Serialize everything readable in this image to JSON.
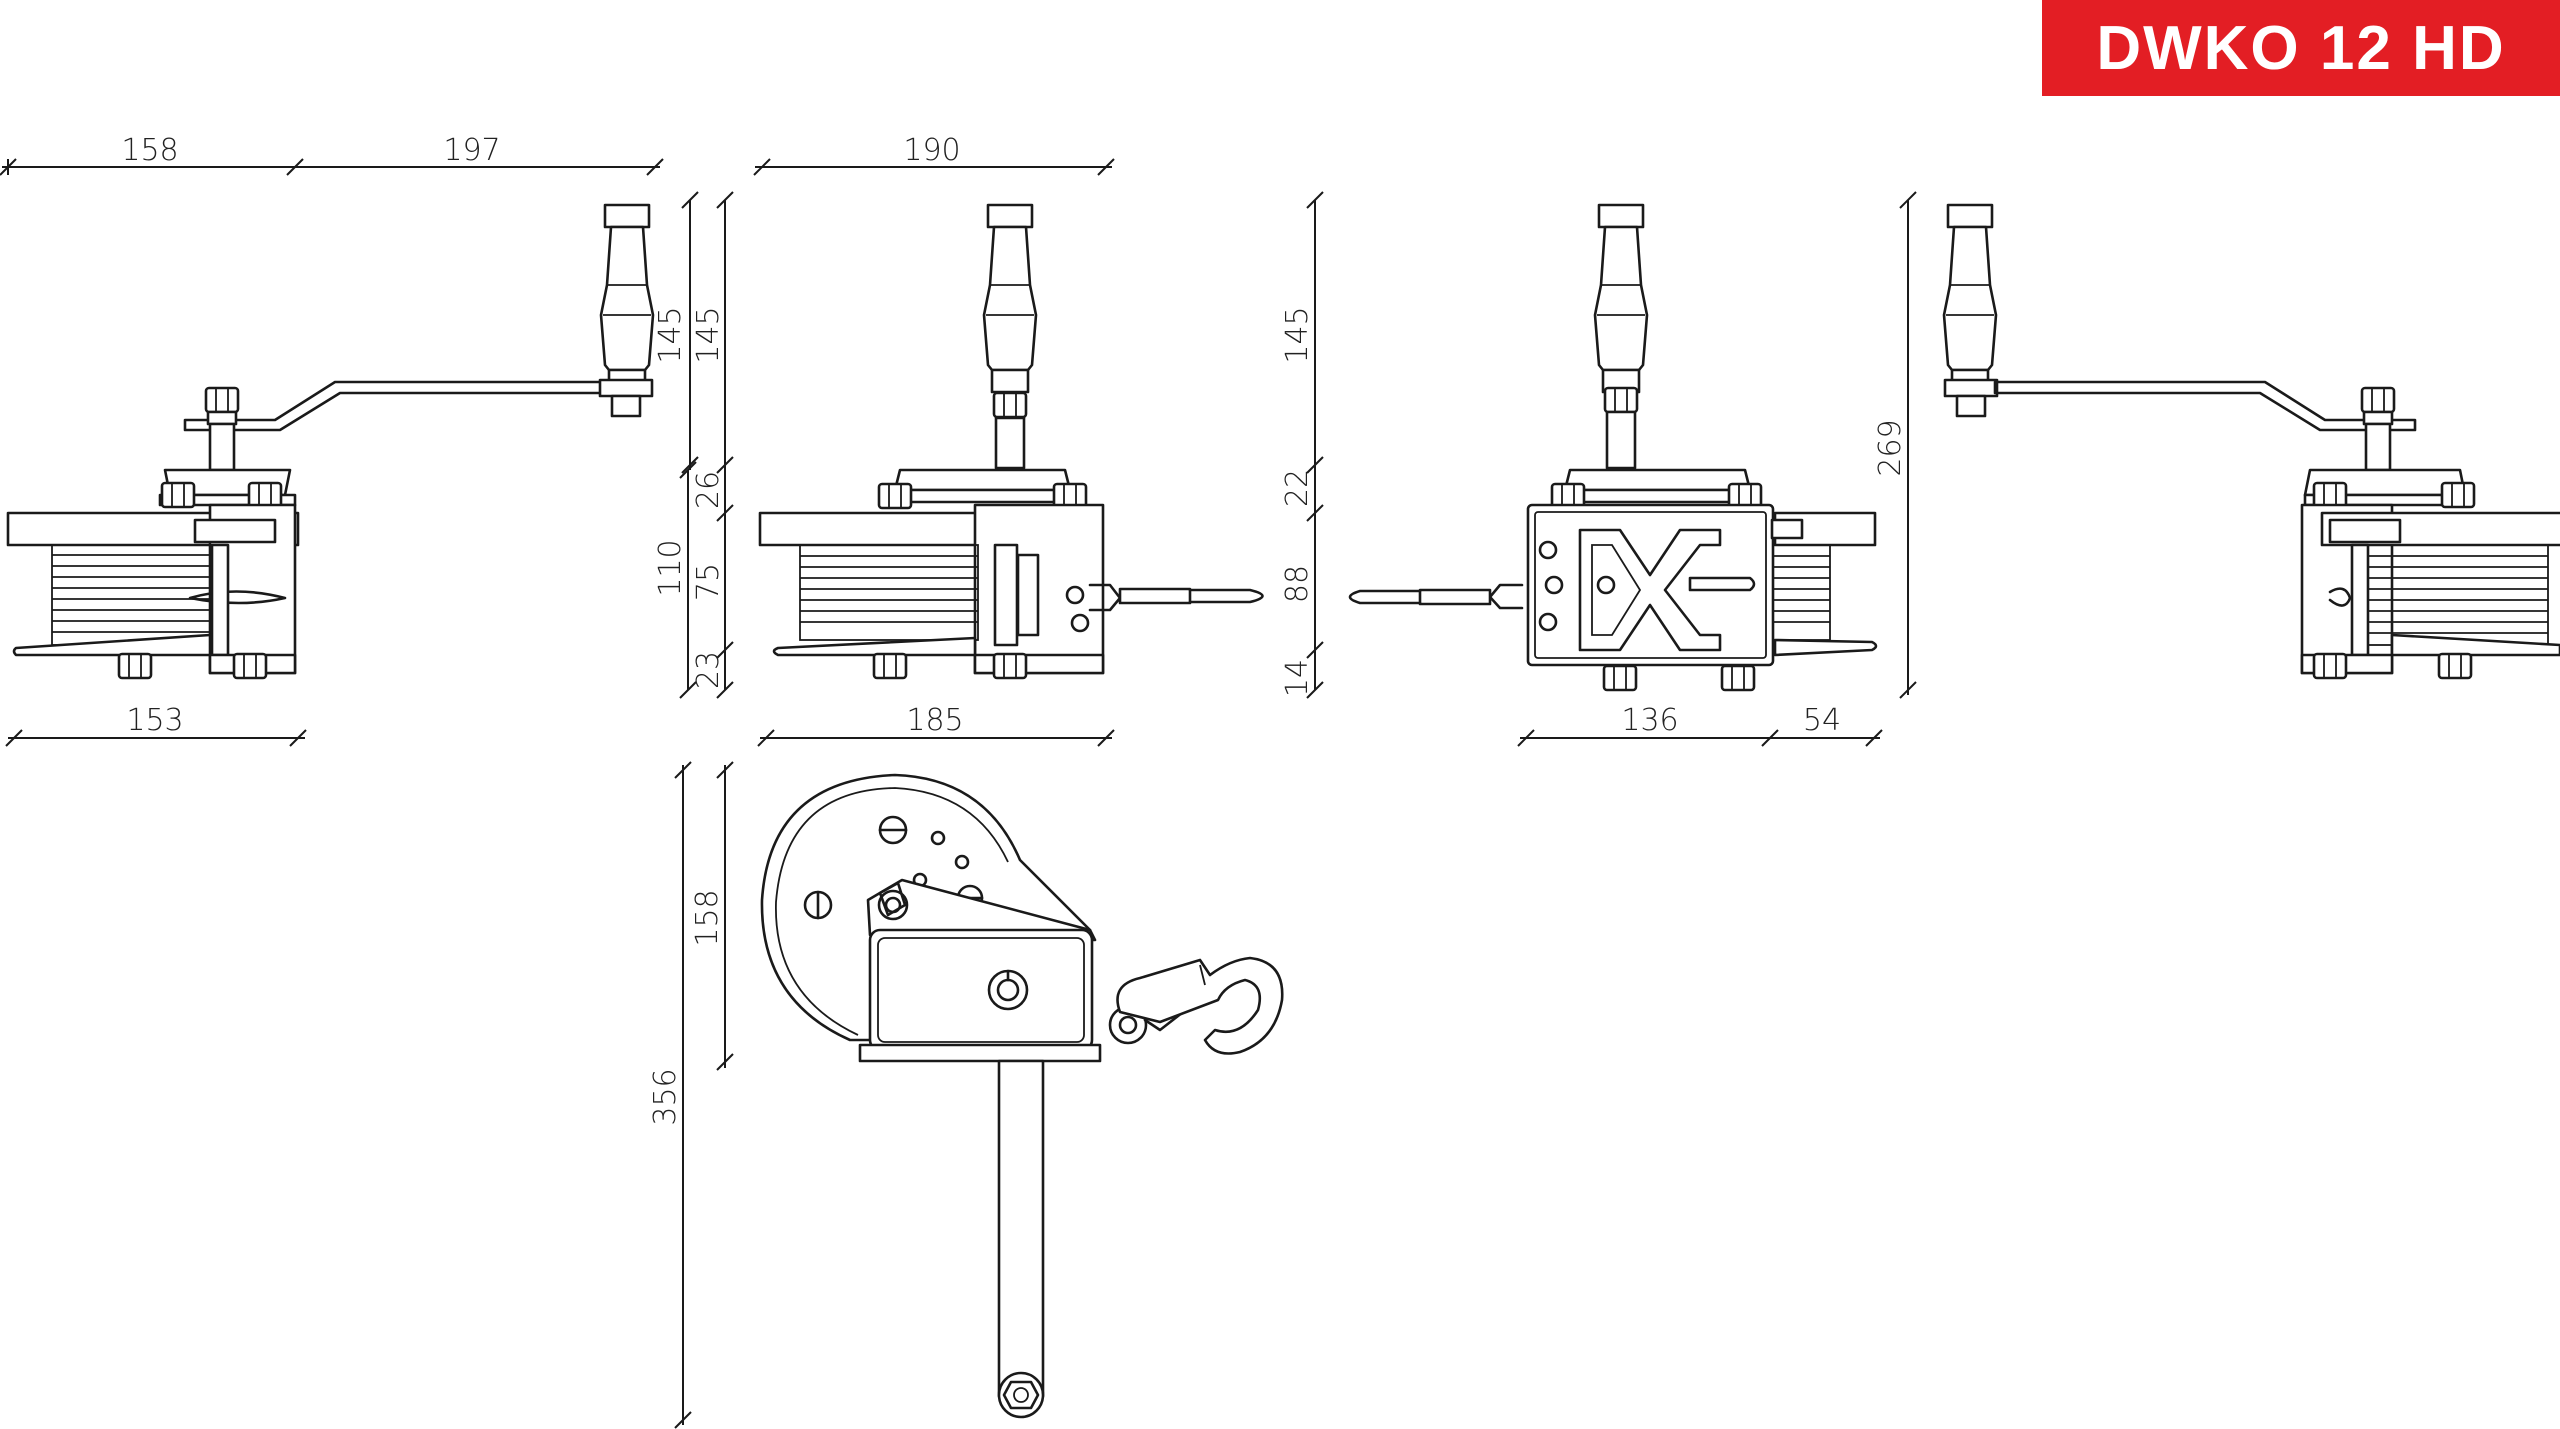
{
  "title": {
    "model": "DWKO 12 HD"
  },
  "colors": {
    "badge": "#e31e24",
    "line": "#1a1a1a"
  },
  "dimensions": {
    "left_top_a": "158",
    "left_top_b": "197",
    "left_bottom": "153",
    "vert_145_a": "145",
    "vert_145_b": "145",
    "vert_26": "26",
    "vert_110": "110",
    "vert_75": "75",
    "vert_23": "23",
    "front_top": "190",
    "front_bottom": "185",
    "mid_145": "145",
    "mid_22": "22",
    "mid_88": "88",
    "mid_14": "14",
    "back_bottom_a": "136",
    "back_bottom_b": "54",
    "right_269": "269",
    "side_158": "158",
    "side_356": "356"
  }
}
